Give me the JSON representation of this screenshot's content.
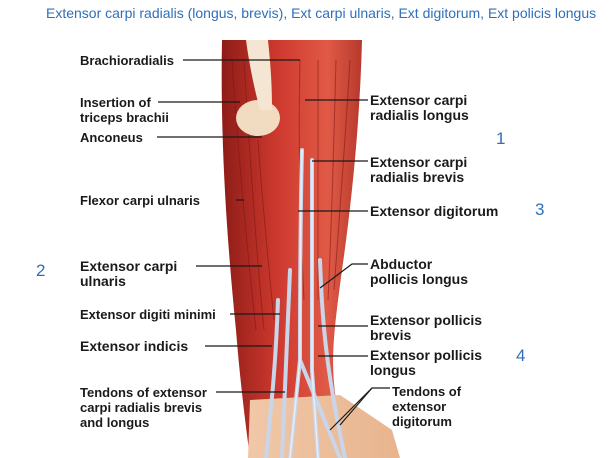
{
  "caption": "Extensor carpi radialis (longus, brevis), Ext carpi ulnaris, Ext digitorum, Ext policis longus",
  "left_labels": {
    "brachioradialis": "Brachioradialis",
    "triceps_1": "Insertion of",
    "triceps_2": "triceps brachii",
    "anconeus": "Anconeus",
    "flexor_carpi_ulnaris": "Flexor carpi ulnaris",
    "ecu_1": "Extensor carpi",
    "ecu_2": "ulnaris",
    "digiti_minimi": "Extensor digiti minimi",
    "indicis": "Extensor indicis",
    "tendons_l1": "Tendons of extensor",
    "tendons_l2": "carpi radialis brevis",
    "tendons_l3": "and longus"
  },
  "right_labels": {
    "ecrl_1": "Extensor carpi",
    "ecrl_2": "radialis longus",
    "ecrb_1": "Extensor carpi",
    "ecrb_2": "radialis brevis",
    "digitorum": "Extensor digitorum",
    "apl_1": "Abductor",
    "apl_2": "pollicis longus",
    "epb_1": "Extensor pollicis",
    "epb_2": "brevis",
    "epl_1": "Extensor pollicis",
    "epl_2": "longus",
    "tendons_r1": "Tendons of",
    "tendons_r2": "extensor",
    "tendons_r3": "digitorum"
  },
  "markers": {
    "m1": "1",
    "m2": "2",
    "m3": "3",
    "m4": "4"
  },
  "colors": {
    "caption": "#2f6fb8",
    "muscle": "#c8312a",
    "tendon": "#c9d6ea"
  }
}
